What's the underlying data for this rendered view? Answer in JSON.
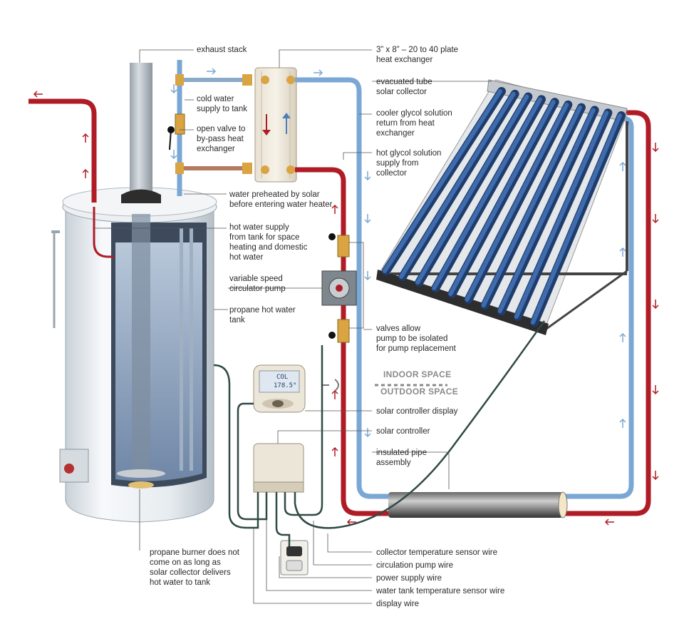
{
  "labels": {
    "exhaust_stack": "exhaust stack",
    "heat_exchanger_1": "3” x 8” – 20 to 40 plate",
    "heat_exchanger_2": "heat exchanger",
    "collector_1": "evacuated tube",
    "collector_2": "solar collector",
    "cold_water_1": "cold water",
    "cold_water_2": "supply to tank",
    "bypass_1": "open valve to",
    "bypass_2": "by-pass heat",
    "bypass_3": "exchanger",
    "glycol_return_1": "cooler glycol solution",
    "glycol_return_2": "return from heat",
    "glycol_return_3": "exchanger",
    "glycol_supply_1": "hot glycol solution",
    "glycol_supply_2": "supply from",
    "glycol_supply_3": "collector",
    "preheated_1": "water preheated by solar",
    "preheated_2": "before entering water heater",
    "hot_supply_1": "hot water supply",
    "hot_supply_2": "from tank for space",
    "hot_supply_3": "heating and domestic",
    "hot_supply_4": "hot water",
    "pump_1": "variable speed",
    "pump_2": "circulator pump",
    "tank_1": "propane hot water",
    "tank_2": "tank",
    "valves_1": "valves allow",
    "valves_2": "pump to be isolated",
    "valves_3": "for pump replacement",
    "controller_display": "solar controller display",
    "controller": "solar controller",
    "pipe_assembly_1": "insulated pipe",
    "pipe_assembly_2": "assembly",
    "burner_1": "propane burner does not",
    "burner_2": "come on as long as",
    "burner_3": "solar collector delivers",
    "burner_4": "hot water to tank",
    "collector_sensor_wire": "collector temperature sensor wire",
    "pump_wire": "circulation pump wire",
    "power_wire": "power supply wire",
    "tank_sensor_wire": "water tank temperature sensor wire",
    "display_wire": "display wire",
    "indoor": "INDOOR SPACE",
    "outdoor": "OUTDOOR SPACE"
  },
  "display_screen": {
    "mode": "COL",
    "temperature": "178.5°"
  },
  "colors": {
    "hot_pipe": "#b01c26",
    "cold_pipe": "#7aa7d4",
    "wire": "#2e4a44",
    "tank_body": "#e9eef2",
    "water": "#8fa6c2",
    "collector_tube": "#3f6cae",
    "leader_line": "#555555",
    "zone_text": "#8a8a8a"
  }
}
